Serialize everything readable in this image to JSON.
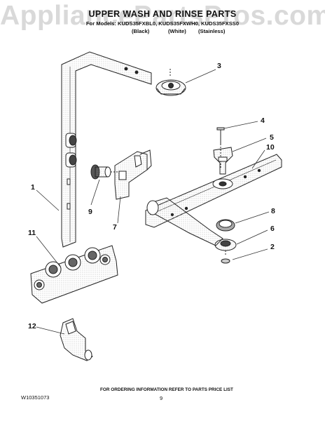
{
  "watermark": "AppliancePartsPros.com",
  "header": {
    "title": "UPPER WASH AND RINSE PARTS",
    "models_line": "For Models: KUDS35FXBL0, KUDS35FXWH0, KUDS35FXSS0",
    "finishes": [
      "(Black)",
      "(White)",
      "(Stainless)"
    ]
  },
  "callouts": [
    "1",
    "2",
    "3",
    "4",
    "5",
    "6",
    "7",
    "8",
    "9",
    "10",
    "11",
    "12"
  ],
  "footer": {
    "ordering_note": "FOR ORDERING INFORMATION REFER TO PARTS PRICE LIST",
    "doc_number": "W10351073",
    "page_number": "9"
  }
}
